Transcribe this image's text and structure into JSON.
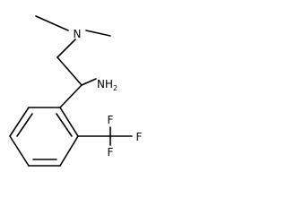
{
  "molecule": {
    "atoms": {
      "amine_n": "N",
      "primary_amine": "NH",
      "primary_amine_subscript": "2",
      "fluorine_1": "F",
      "fluorine_2": "F",
      "fluorine_3": "F"
    }
  }
}
